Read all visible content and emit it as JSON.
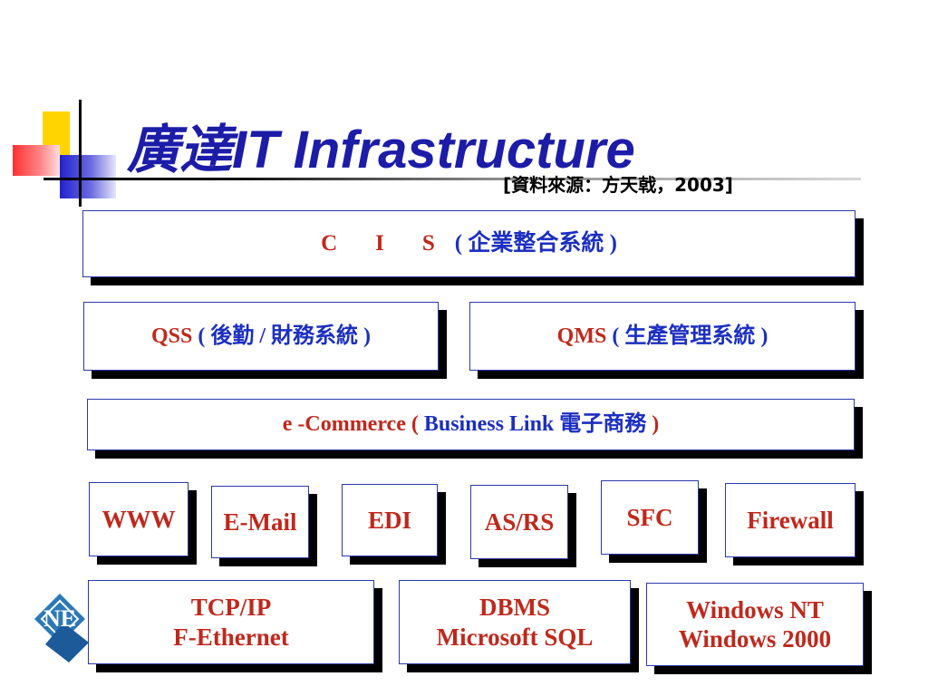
{
  "title": "廣達IT Infrastructure",
  "source": "[資料來源：方天戟，2003]",
  "cis": {
    "letters": [
      "C",
      "I",
      "S"
    ],
    "desc": "( 企業整合系統 )"
  },
  "qss": {
    "code": "QSS",
    "desc": "( 後勤 / 財務系統 )"
  },
  "qms": {
    "code": "QMS",
    "desc": "( 生產管理系統 )"
  },
  "ecommerce": {
    "prefix": "e -Commerce (",
    "link": "Business Link 電子商務",
    "suffix": ")"
  },
  "apps": {
    "www": "WWW",
    "email": "E-Mail",
    "edi": "EDI",
    "asrs": "AS/RS",
    "sfc": "SFC",
    "firewall": "Firewall"
  },
  "network": {
    "line1": "TCP/IP",
    "line2": "F-Ethernet"
  },
  "dbms": {
    "line1": "DBMS",
    "line2": "Microsoft SQL"
  },
  "os": {
    "line1": "Windows NT",
    "line2": "Windows 2000"
  },
  "colors": {
    "title": "#1c1ca8",
    "red_text": "#c0281c",
    "blue_text": "#1c2fc0",
    "border": "#2a3aa8",
    "shadow": "#000000"
  },
  "logo": {
    "icon": "ne-diamond-logo",
    "letters": "NE"
  }
}
